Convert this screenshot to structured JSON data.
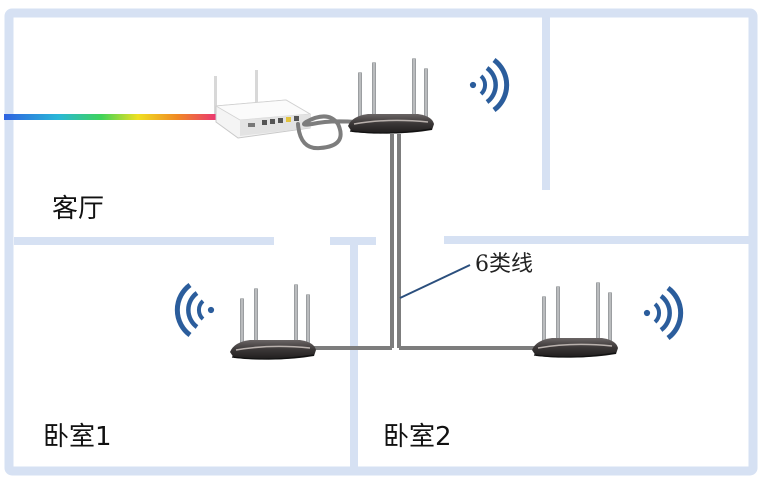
{
  "rooms": {
    "living_room": "客厅",
    "bedroom_1": "卧室1",
    "bedroom_2": "卧室2"
  },
  "cable": {
    "label": "6类线"
  },
  "colors": {
    "wall": "#d6e1f3",
    "cable": "#7d7d7d",
    "wifi": "#2b5d9c",
    "router_body": "#3a3636",
    "antenna": "#a7aaac",
    "fiber": [
      "#2f62e0",
      "#29b7d8",
      "#3ed35a",
      "#f0e021",
      "#f08a24",
      "#ea2e78"
    ]
  },
  "icons": [
    "modem-icon",
    "router-icon",
    "wifi-signal-icon",
    "fiber-line-icon"
  ]
}
